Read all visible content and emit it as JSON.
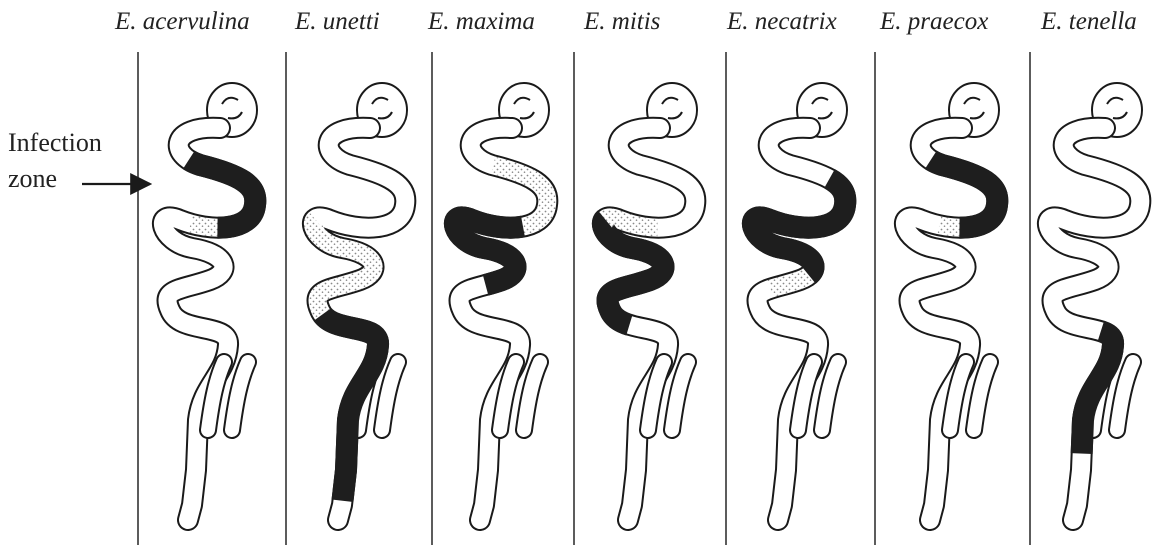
{
  "species": [
    {
      "name": "E. acervulina",
      "dark": [
        0.1,
        0.3
      ],
      "stipple": [
        0.3,
        0.34
      ]
    },
    {
      "name": "E. unetti",
      "dark": [
        0.63,
        0.97
      ],
      "stipple": [
        0.38,
        0.63
      ]
    },
    {
      "name": "E. maxima",
      "dark": [
        0.28,
        0.56
      ],
      "stipple": [
        0.12,
        0.28
      ]
    },
    {
      "name": "E. mitis",
      "dark": [
        0.38,
        0.66
      ],
      "stipple": [
        0.3,
        0.38
      ]
    },
    {
      "name": "E. necatrix",
      "dark": [
        0.18,
        0.52
      ],
      "stipple": [
        0.52,
        0.58
      ]
    },
    {
      "name": "E. praecox",
      "dark": [
        0.1,
        0.3
      ],
      "stipple": [
        0.3,
        0.33
      ]
    },
    {
      "name": "E. tenella",
      "dark": [
        0.7,
        0.9
      ],
      "stipple": [
        0.0,
        0.0
      ]
    }
  ],
  "pointer_label": {
    "line1": "Infection",
    "line2": "zone"
  },
  "colors": {
    "infection": "#1e1e1e",
    "outline": "#1a1a1a",
    "stipple": "#9a9a9a",
    "divider": "#333333"
  }
}
